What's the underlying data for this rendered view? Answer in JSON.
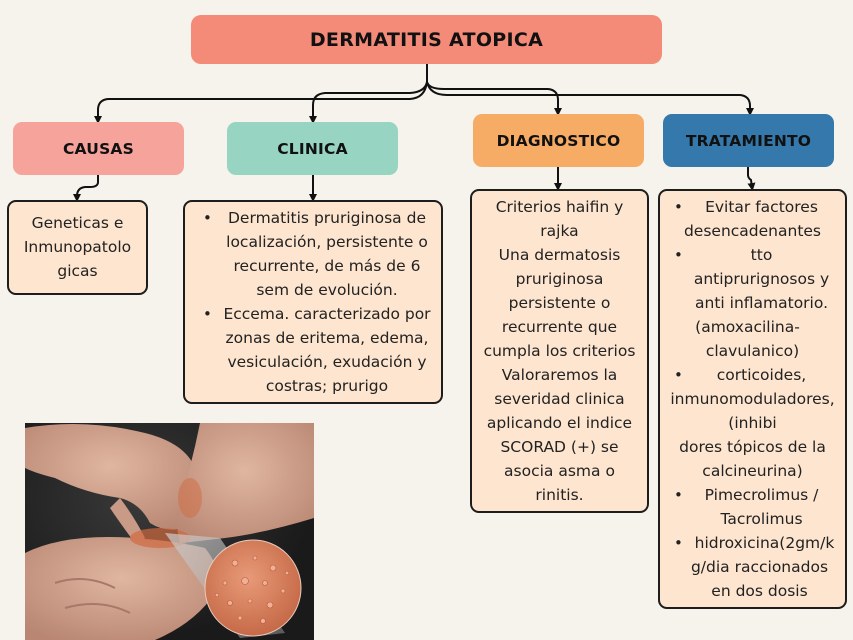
{
  "title": "DERMATITIS ATOPICA",
  "colors": {
    "background": "#f6f3ec",
    "title": "#f48a78",
    "causas": "#f6a39c",
    "clinica": "#97d5c2",
    "diagnostico": "#f7ac66",
    "tratamiento": "#3478ac",
    "content_box": "#fde5cf",
    "border": "#1d1d1d"
  },
  "categories": {
    "causas": {
      "label": "CAUSAS",
      "lines": [
        "Geneticas e",
        "Inmunopatolo",
        "gicas"
      ]
    },
    "clinica": {
      "label": "CLINICA",
      "bullets": [
        {
          "lines": [
            "Dermatitis pruriginosa de",
            "localización, persistente o",
            "recurrente, de más de 6",
            "sem de evolución."
          ]
        },
        {
          "lines": [
            "Eccema. caracterizado por",
            "zonas de eritema, edema,",
            "vesiculación, exudación y",
            "costras; prurigo"
          ]
        }
      ]
    },
    "diagnostico": {
      "label": "DIAGNOSTICO",
      "lines": [
        "Criterios haifin y",
        "rajka",
        "Una dermatosis",
        "pruriginosa",
        "persistente o",
        "recurrente que",
        "cumpla los criterios",
        "Valoraremos la",
        "severidad clinica",
        "aplicando el indice",
        "SCORAD (+) se",
        "asocia asma o",
        "rinitis."
      ]
    },
    "tratamiento": {
      "label": "TRATAMIENTO",
      "lines": [
        {
          "bullet": true,
          "text": "Evitar factores"
        },
        {
          "bullet": false,
          "text": "desencadenantes"
        },
        {
          "bullet": true,
          "text": "tto"
        },
        {
          "bullet": false,
          "text": "antiprurignosos y"
        },
        {
          "bullet": false,
          "text": "anti inflamatorio."
        },
        {
          "bullet": false,
          "text": "(amoxacilina-"
        },
        {
          "bullet": false,
          "text": "clavulanico)"
        },
        {
          "bullet": true,
          "text": "corticoides,"
        },
        {
          "bullet": false,
          "text": "inmunomoduladores,"
        },
        {
          "bullet": false,
          "text": "(inhibi"
        },
        {
          "bullet": false,
          "text": "dores tópicos de la"
        },
        {
          "bullet": false,
          "text": "calcineurina)"
        },
        {
          "bullet": true,
          "text": "Pimecrolimus /"
        },
        {
          "bullet": false,
          "text": "Tacrolimus"
        },
        {
          "bullet": true,
          "text": "hidroxicina(2gm/k"
        },
        {
          "bullet": false,
          "text": "g/dia raccionados"
        },
        {
          "bullet": false,
          "text": "en dos dosis"
        }
      ]
    }
  },
  "image": {
    "description": "photo-scratching-forearm-with-magnified-skin-rash"
  },
  "bullet_char": "•"
}
